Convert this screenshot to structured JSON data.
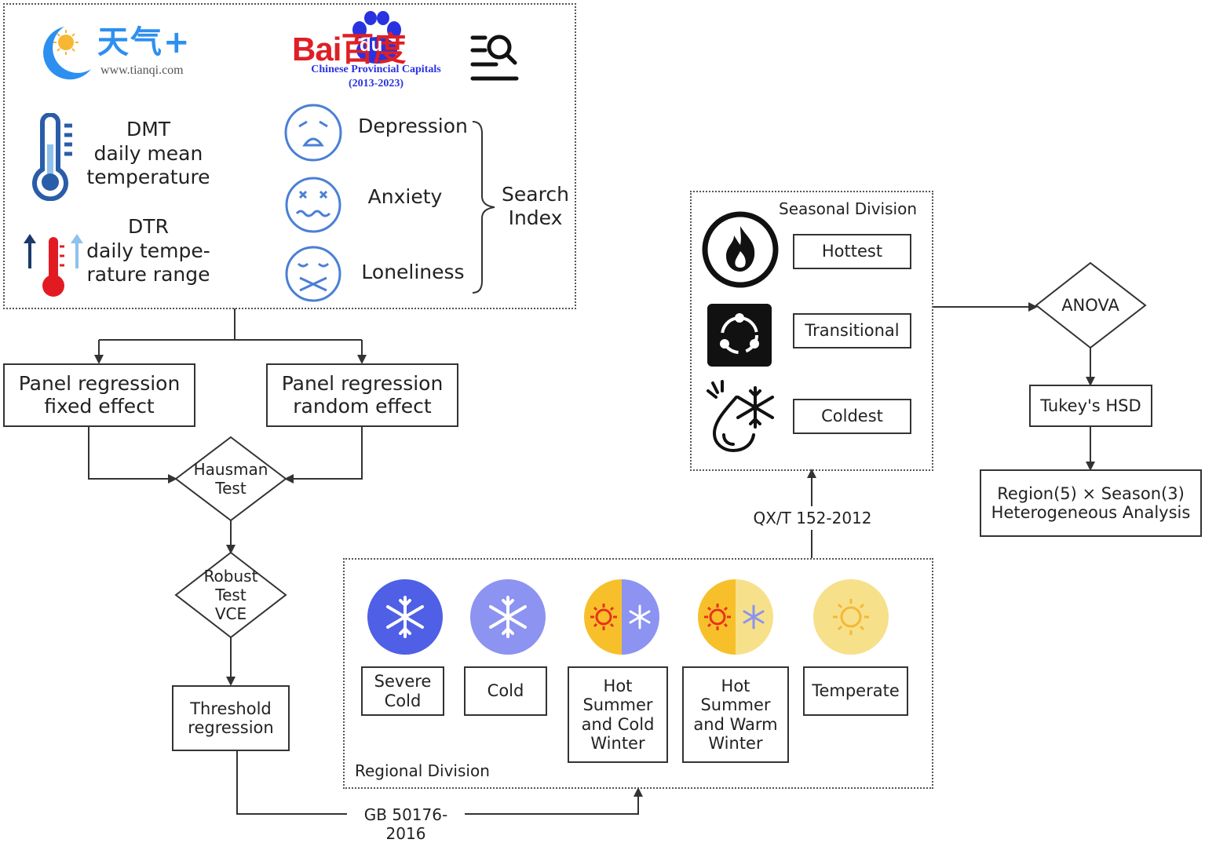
{
  "sources": {
    "tianqi_logo": {
      "name": "天气+",
      "url": "www.tianqi.com"
    },
    "baidu_logo": {
      "name": "Bai百度",
      "du": "du",
      "caption_line1": "Chinese Provincial Capitals",
      "caption_line2": "(2013-2023)"
    }
  },
  "variables": {
    "dmt": {
      "abbr": "DMT",
      "desc": "daily mean\ntemperature"
    },
    "dtr": {
      "abbr": "DTR",
      "desc": "daily tempe-\nrature range"
    }
  },
  "search": {
    "terms": [
      "Depression",
      "Anxiety",
      "Loneliness"
    ],
    "label": "Search\nIndex"
  },
  "models": {
    "fixed": "Panel regression\nfixed effect",
    "random": "Panel regression\nrandom effect",
    "hausman": "Hausman\nTest",
    "robust": "Robust\nTest\nVCE",
    "threshold": "Threshold\nregression"
  },
  "regional": {
    "title": "Regional Division",
    "standard": "GB 50176-2016",
    "zones": [
      "Severe\nCold",
      "Cold",
      "Hot\nSummer\nand Cold\nWinter",
      "Hot\nSummer\nand Warm\nWinter",
      "Temperate"
    ]
  },
  "seasonal": {
    "title": "Seasonal Division",
    "standard": "QX/T 152-2012",
    "seasons": [
      "Hottest",
      "Transitional",
      "Coldest"
    ]
  },
  "analysis": {
    "anova": "ANOVA",
    "tukey": "Tukey's HSD",
    "hetero": "Region(5) × Season(3)\nHeterogeneous Analysis"
  },
  "colors": {
    "severe_cold": "#4f5fe6",
    "cold": "#8c93f0",
    "hot_yellow": "#f7c02a",
    "temperate": "#f6e08a",
    "sun_red": "#e8321c",
    "thermo_blue": "#2a5da8",
    "thermo_red": "#e21b23",
    "face_blue": "#4a7fd6"
  }
}
